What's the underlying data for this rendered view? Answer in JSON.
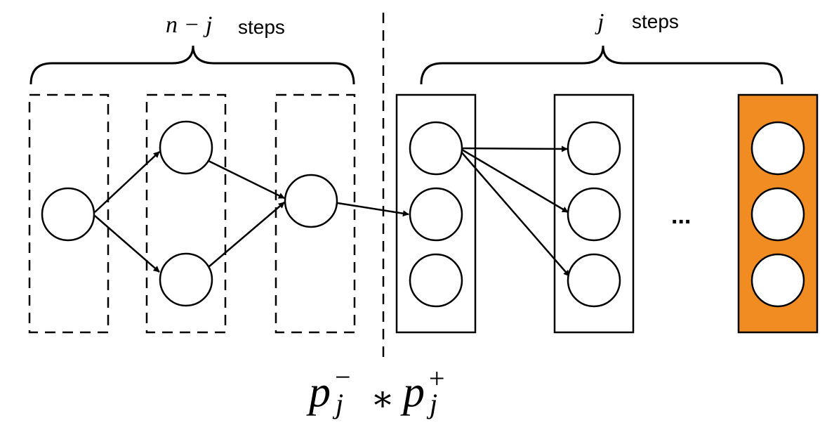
{
  "left_brace": {
    "math": "n − j",
    "word": "steps"
  },
  "right_brace": {
    "math": "j",
    "word": "steps"
  },
  "ellipsis": "...",
  "formula": {
    "left_base": "p",
    "left_sup": "−",
    "left_sub": "j",
    "operator": "∗",
    "right_base": "p",
    "right_sup": "+",
    "right_sub": "j"
  },
  "colors": {
    "stroke": "#000000",
    "node_fill": "#ffffff",
    "final_box_fill": "#f08c22"
  }
}
